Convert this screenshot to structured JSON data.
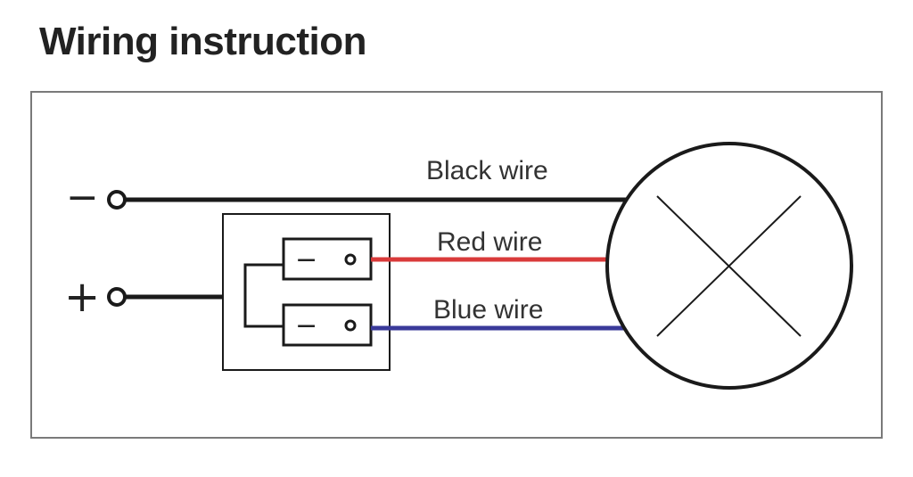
{
  "title": "Wiring instruction",
  "terminals": {
    "negative_symbol": "−",
    "positive_symbol": "+"
  },
  "switch_symbol": "−",
  "wires": [
    {
      "label": "Black wire",
      "color": "#1a1a1a"
    },
    {
      "label": "Red wire",
      "color": "#d93a3a"
    },
    {
      "label": "Blue wire",
      "color": "#3a3a9a"
    }
  ],
  "colors": {
    "frame": "#7a7a7a",
    "line": "#1a1a1a"
  }
}
